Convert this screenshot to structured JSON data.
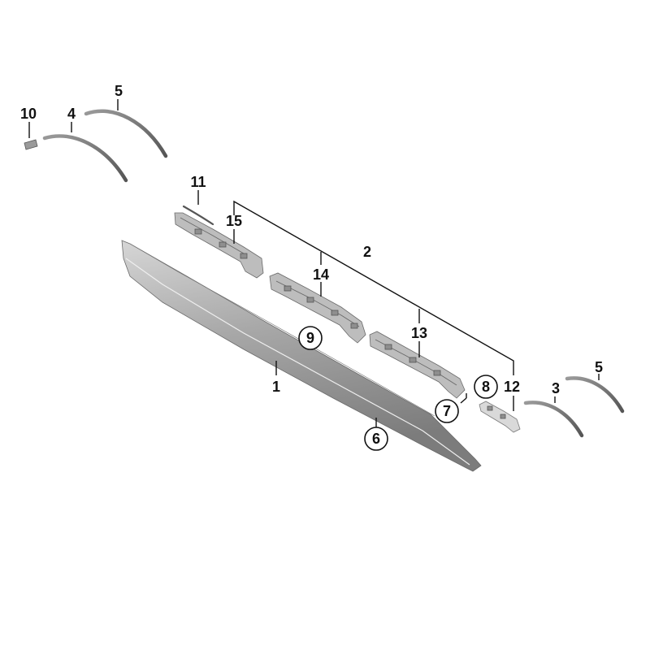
{
  "labels": {
    "p1": "1",
    "p2": "2",
    "p3": "3",
    "p4": "4",
    "p5_left": "5",
    "p5_right": "5",
    "p6": "6",
    "p7": "7",
    "p8": "8",
    "p9": "9",
    "p10": "10",
    "p11": "11",
    "p12": "12",
    "p13": "13",
    "p14": "14",
    "p15": "15"
  },
  "colors": {
    "sill_main": "#a9a9a9",
    "sill_shade": "#8a8a8a",
    "trim_dark": "#6e6e6e",
    "line": "#111111"
  }
}
